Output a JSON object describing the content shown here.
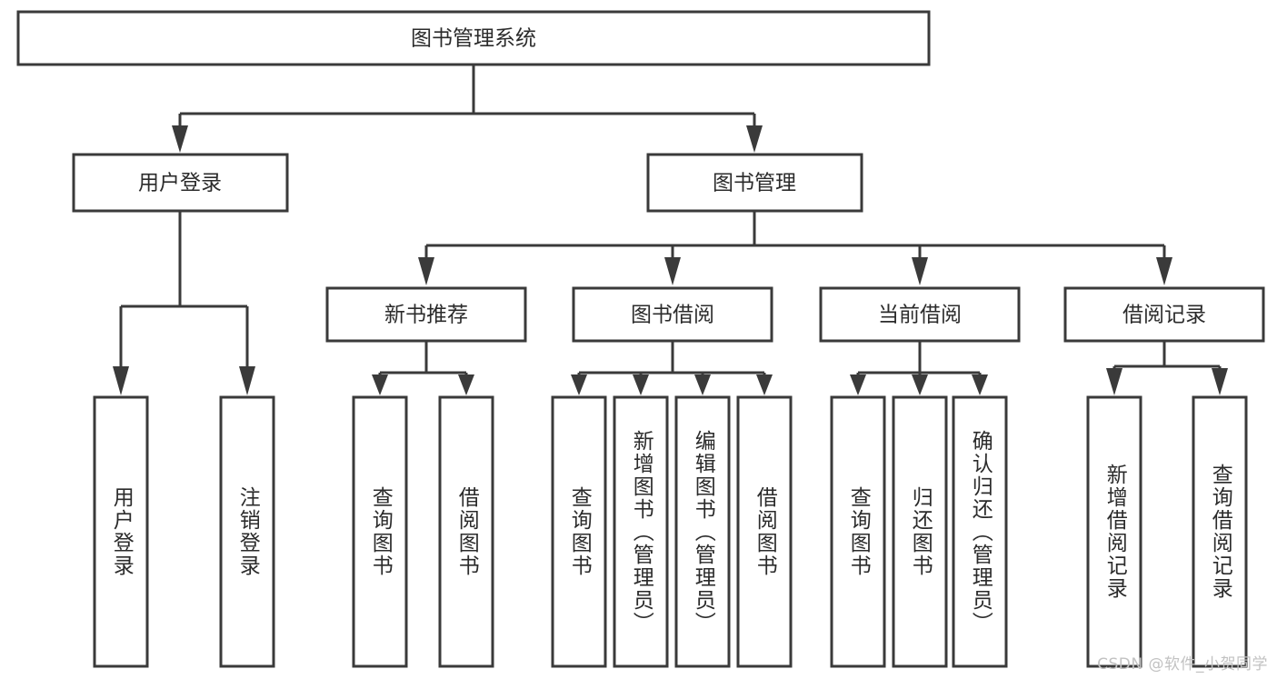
{
  "diagram": {
    "type": "tree-hierarchy",
    "title": "图书管理系统",
    "root": {
      "id": "root",
      "label": "图书管理系统",
      "orientation": "horizontal"
    },
    "level1": [
      {
        "id": "user-login",
        "label": "用户登录",
        "orientation": "horizontal"
      },
      {
        "id": "book-manage",
        "label": "图书管理",
        "orientation": "horizontal"
      }
    ],
    "level2": [
      {
        "id": "new-book-recommend",
        "label": "新书推荐",
        "parent": "book-manage",
        "orientation": "horizontal"
      },
      {
        "id": "book-borrow",
        "label": "图书借阅",
        "parent": "book-manage",
        "orientation": "horizontal"
      },
      {
        "id": "current-borrow",
        "label": "当前借阅",
        "parent": "book-manage",
        "orientation": "horizontal"
      },
      {
        "id": "borrow-record",
        "label": "借阅记录",
        "parent": "book-manage",
        "orientation": "horizontal"
      }
    ],
    "leaves": [
      {
        "id": "leaf-user-login",
        "label": "用户登录",
        "parent": "user-login",
        "orientation": "vertical"
      },
      {
        "id": "leaf-user-logout",
        "label": "注销登录",
        "parent": "user-login",
        "orientation": "vertical"
      },
      {
        "id": "leaf-query-book-1",
        "label": "查询图书",
        "parent": "new-book-recommend",
        "orientation": "vertical"
      },
      {
        "id": "leaf-borrow-book-1",
        "label": "借阅图书",
        "parent": "new-book-recommend",
        "orientation": "vertical"
      },
      {
        "id": "leaf-query-book-2",
        "label": "查询图书",
        "parent": "book-borrow",
        "orientation": "vertical"
      },
      {
        "id": "leaf-add-book",
        "label": "新增图书（管理员）",
        "parent": "book-borrow",
        "orientation": "vertical"
      },
      {
        "id": "leaf-edit-book",
        "label": "编辑图书（管理员）",
        "parent": "book-borrow",
        "orientation": "vertical"
      },
      {
        "id": "leaf-borrow-book-2",
        "label": "借阅图书",
        "parent": "book-borrow",
        "orientation": "vertical"
      },
      {
        "id": "leaf-query-book-3",
        "label": "查询图书",
        "parent": "current-borrow",
        "orientation": "vertical"
      },
      {
        "id": "leaf-return-book",
        "label": "归还图书",
        "parent": "current-borrow",
        "orientation": "vertical"
      },
      {
        "id": "leaf-confirm-return",
        "label": "确认归还（管理员）",
        "parent": "current-borrow",
        "orientation": "vertical"
      },
      {
        "id": "leaf-add-record",
        "label": "新增借阅记录",
        "parent": "borrow-record",
        "orientation": "vertical"
      },
      {
        "id": "leaf-query-record",
        "label": "查询借阅记录",
        "parent": "borrow-record",
        "orientation": "vertical"
      }
    ],
    "watermark": "CSDN @软件_小贺同学",
    "colors": {
      "stroke": "#3a3a3a",
      "fill": "#ffffff",
      "text": "#2b2b2b",
      "watermark": "#c2c2c2",
      "background": "#ffffff"
    }
  }
}
